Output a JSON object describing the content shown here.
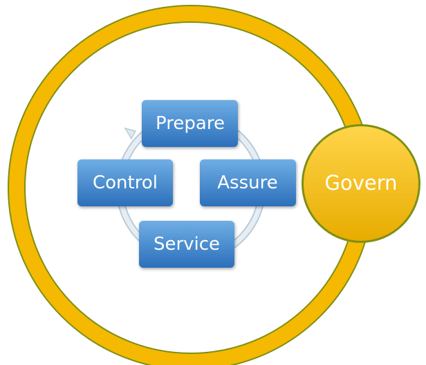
{
  "diagram": {
    "cycle": {
      "prepare": "Prepare",
      "assure": "Assure",
      "service": "Service",
      "control": "Control"
    },
    "govern": "Govern"
  },
  "colors": {
    "ring": "#f2b800",
    "ring_edge": "#8a9a1a",
    "box_top": "#6aa8e0",
    "box_bottom": "#2f74c0",
    "govern_top": "#fdd24a",
    "govern_bottom": "#e9ae00",
    "cycle_arrow": "#d4e0ea"
  }
}
